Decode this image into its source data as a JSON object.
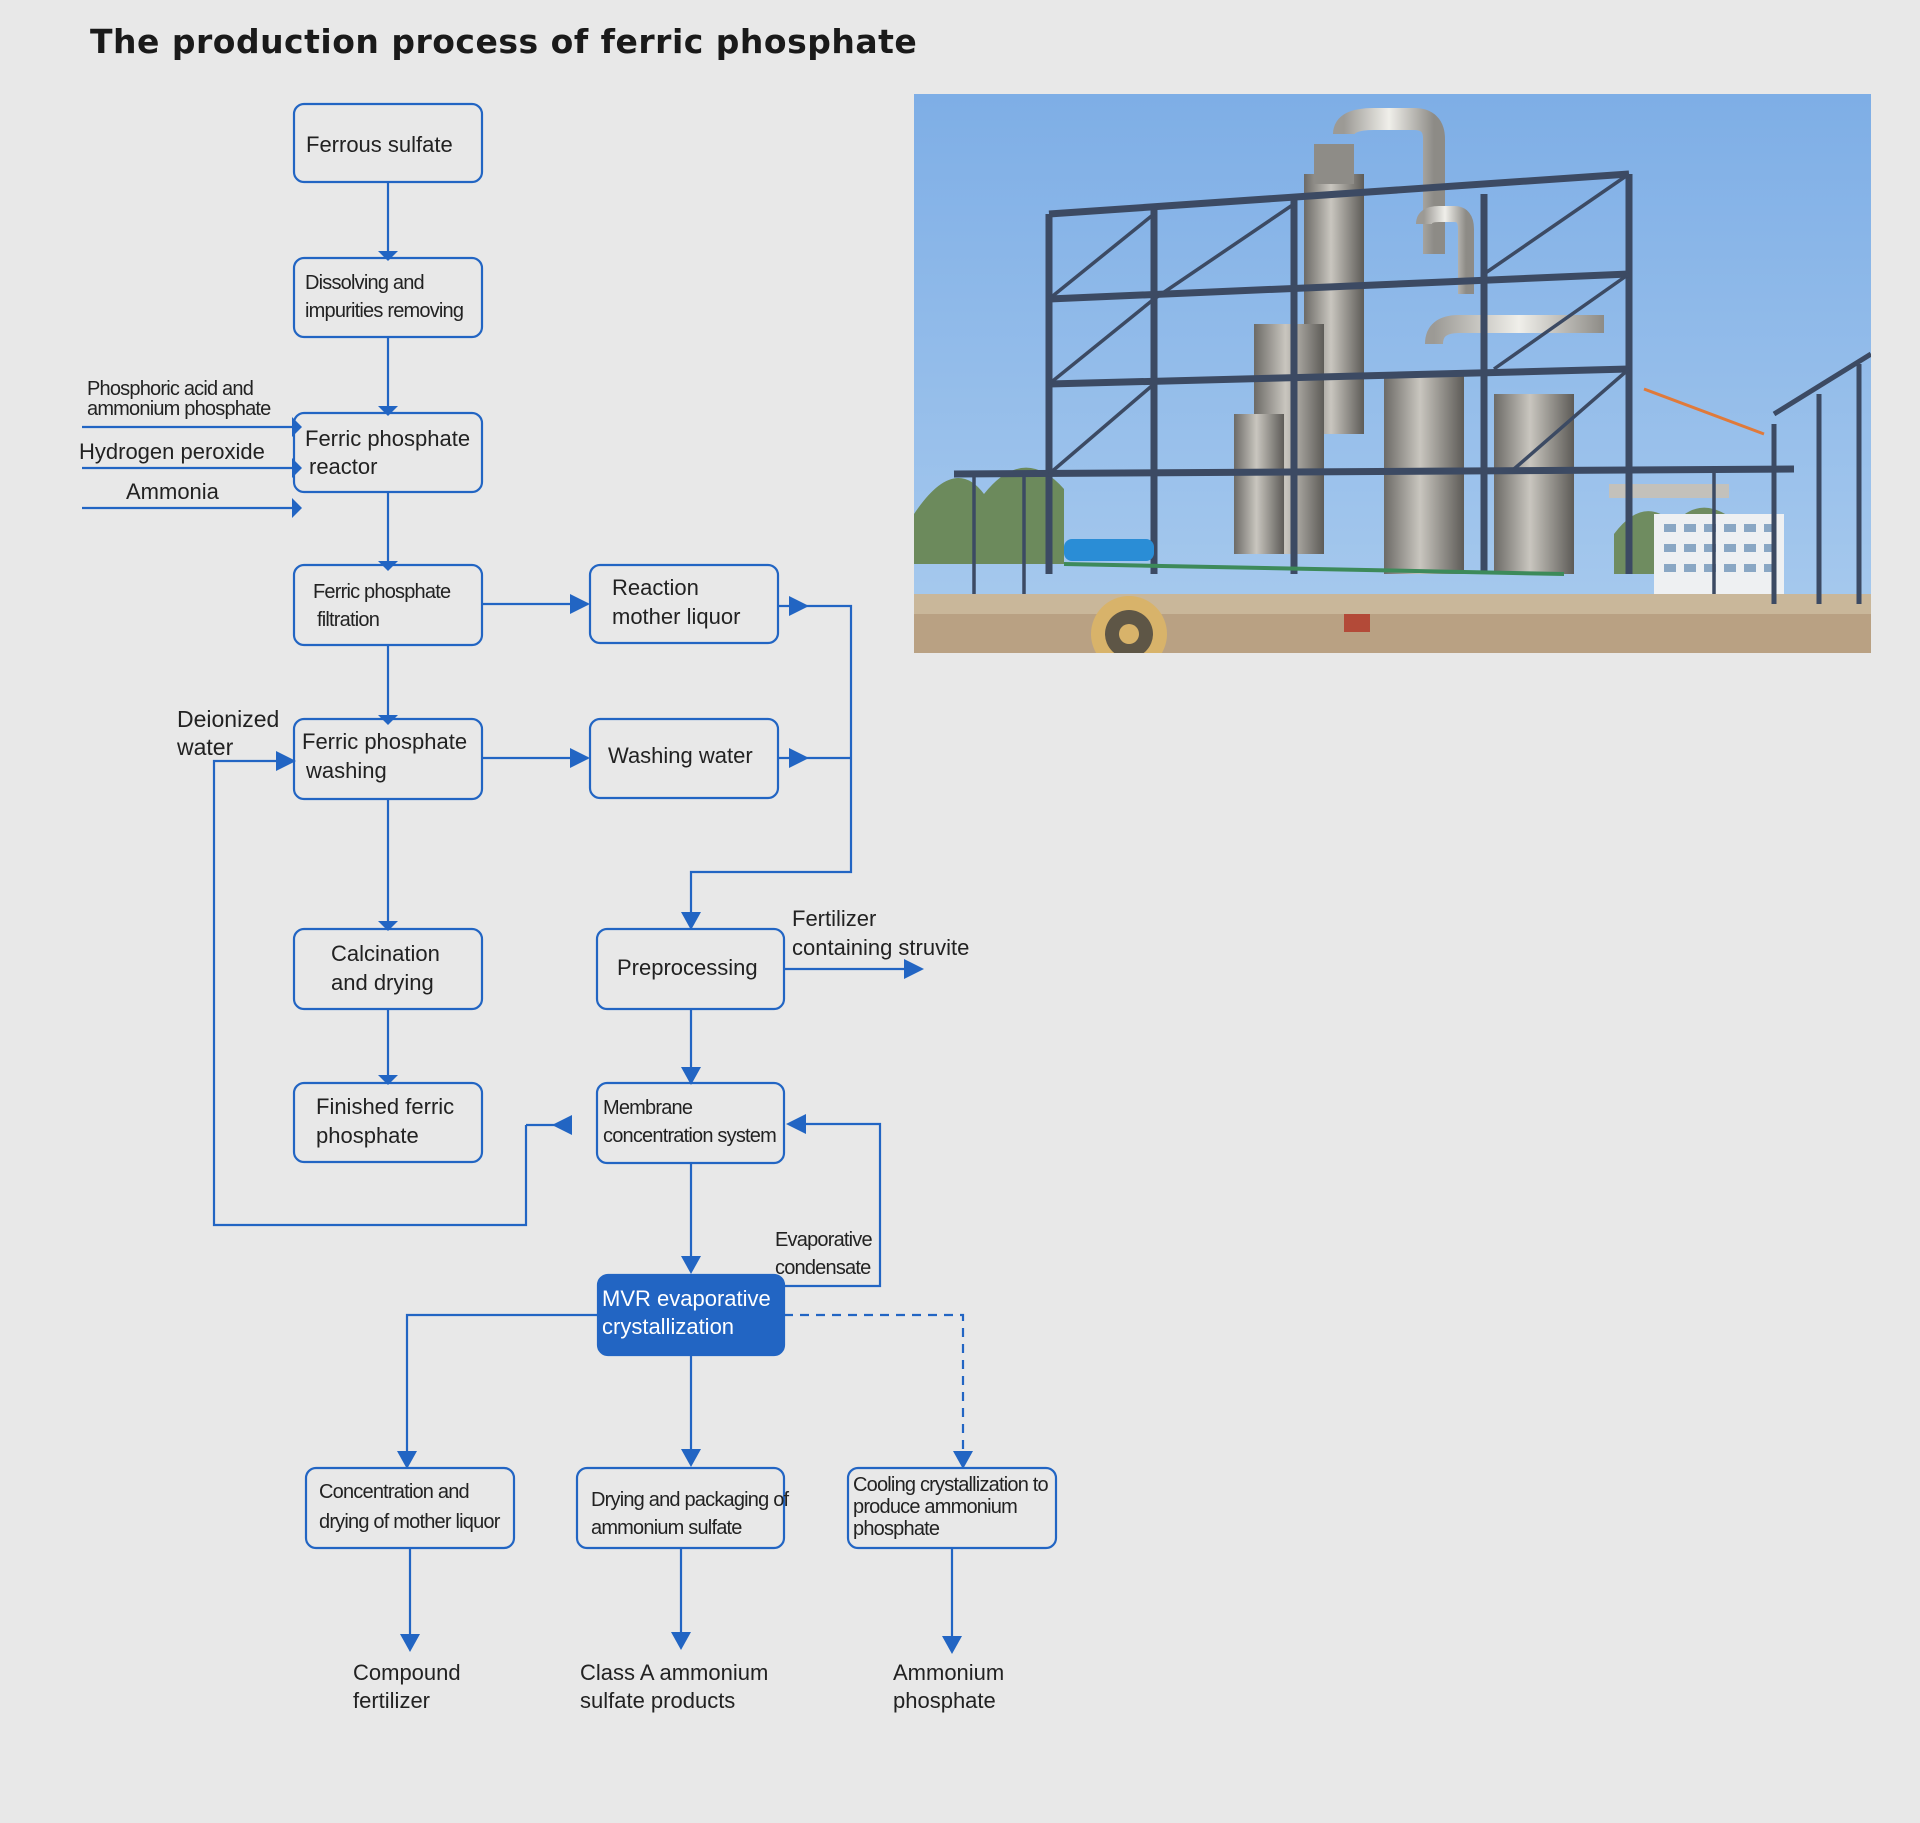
{
  "title": "The production process of ferric phosphate",
  "nodes": {
    "ferrous_sulfate": [
      "Ferrous sulfate"
    ],
    "dissolving": [
      "Dissolving and",
      "impurities removing"
    ],
    "reactor": [
      "Ferric phosphate",
      "reactor"
    ],
    "filtration": [
      "Ferric phosphate",
      "filtration"
    ],
    "mother_liquor": [
      "Reaction",
      "mother liquor"
    ],
    "washing": [
      "Ferric phosphate",
      "washing"
    ],
    "washing_water": [
      "Washing water"
    ],
    "calcination": [
      "Calcination",
      "and drying"
    ],
    "preprocessing": [
      "Preprocessing"
    ],
    "finished": [
      "Finished ferric",
      "phosphate"
    ],
    "membrane": [
      "Membrane",
      "concentration system"
    ],
    "mvr": [
      "MVR evaporative",
      "crystallization"
    ],
    "concentration": [
      "Concentration and",
      "drying of mother liquor"
    ],
    "drying_packaging": [
      "Drying and packaging of",
      "ammonium sulfate"
    ],
    "cooling": [
      "Cooling crystallization to",
      "produce ammonium",
      "phosphate"
    ]
  },
  "labels": {
    "phosphoric": [
      "Phosphoric acid and",
      "ammonium phosphate"
    ],
    "peroxide": [
      "Hydrogen peroxide"
    ],
    "ammonia": [
      "Ammonia"
    ],
    "deionized": [
      "Deionized",
      "water"
    ],
    "fertilizer": [
      "Fertilizer",
      "containing struvite"
    ],
    "condensate": [
      "Evaporative",
      "condensate"
    ],
    "compound": [
      "Compound",
      "fertilizer"
    ],
    "class_a": [
      "Class A ammonium",
      "sulfate products"
    ],
    "ammonium_phosphate": [
      "Ammonium",
      "phosphate"
    ]
  },
  "colors": {
    "accent": "#2265c3",
    "background": "#e8e8e8",
    "sky": "#8fb7e6"
  }
}
